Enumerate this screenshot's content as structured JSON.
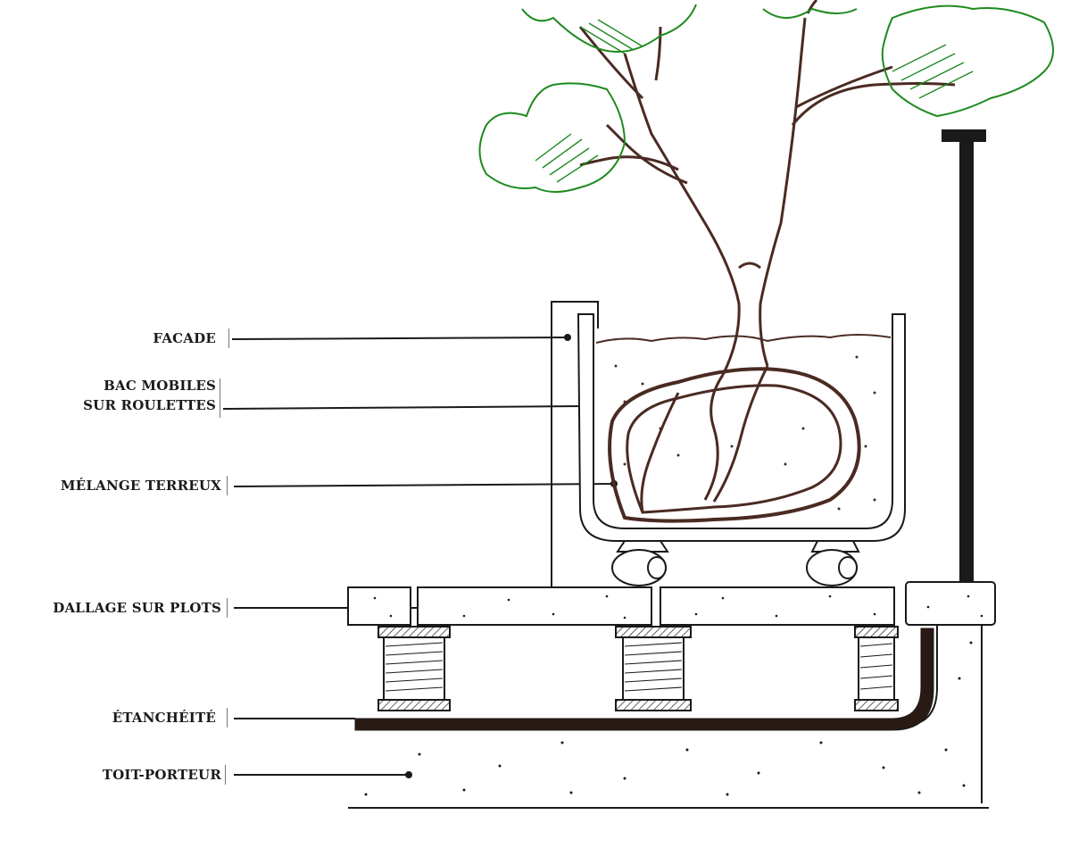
{
  "labels": {
    "facade": "FACADE",
    "bac_line1": "BAC MOBILES",
    "bac_line2": "SUR ROULETTES",
    "melange": "MÉLANGE TERREUX",
    "dallage": "DALLAGE SUR PLOTS",
    "etancheite": "ÉTANCHÉITÉ",
    "toit": "TOIT-PORTEUR"
  },
  "colors": {
    "ink": "#1a1a1a",
    "root": "#4a2a22",
    "foliage": "#1e8a1e",
    "membrane": "#2a1a14"
  }
}
